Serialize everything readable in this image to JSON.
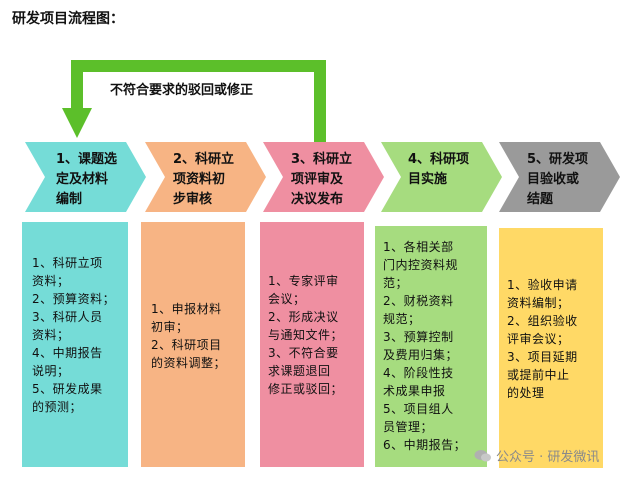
{
  "title": "研发项目流程图：",
  "loop_label": "不符合要求的驳回或修正",
  "stages": [
    {
      "lines": [
        "1、课题选",
        "定及材料",
        "编制"
      ],
      "color": "#75dcd7"
    },
    {
      "lines": [
        "2、科研立",
        "项资料初",
        "步审核"
      ],
      "color": "#f7b484"
    },
    {
      "lines": [
        "3、科研立",
        "项评审及",
        "决议发布"
      ],
      "color": "#ef8fa1"
    },
    {
      "lines": [
        "4、科研项",
        "目实施"
      ],
      "color": "#a6dc7f"
    },
    {
      "lines": [
        "5、研发项",
        "目验收或",
        "结题"
      ],
      "color": "#9a9a9a"
    }
  ],
  "details": [
    {
      "lines": [
        "1、科研立项",
        "资料；",
        "2、预算资料；",
        "3、科研人员",
        "资料；",
        "4、中期报告",
        "说明；",
        "5、研发成果",
        "的预测；"
      ],
      "color": "#75dcd7"
    },
    {
      "lines": [
        "1、申报材料",
        "初审；",
        "2、科研项目",
        "的资料调整；"
      ],
      "color": "#f7b484"
    },
    {
      "lines": [
        "1、专家评审",
        "会议；",
        "2、形成决议",
        "与通知文件；",
        "3、不符合要",
        "求课题退回",
        "修正或驳回；"
      ],
      "color": "#ef8fa1"
    },
    {
      "lines": [
        "1、各相关部",
        "门内控资料规",
        "范；",
        "2、财税资料",
        "规范；",
        "3、预算控制",
        "及费用归集；",
        "4、阶段性技",
        "术成果申报",
        "5、项目组人",
        "员管理；",
        "6、中期报告；"
      ],
      "color": "#a6dc7f"
    },
    {
      "lines": [
        "1、验收申请",
        "资料编制；",
        "2、组织验收",
        "评审会议；",
        "3、项目延期",
        "或提前中止",
        "的处理"
      ],
      "color": "#ffd966"
    }
  ],
  "loop_color": "#5cbf2a",
  "watermark": "公众号 · 研发微讯"
}
